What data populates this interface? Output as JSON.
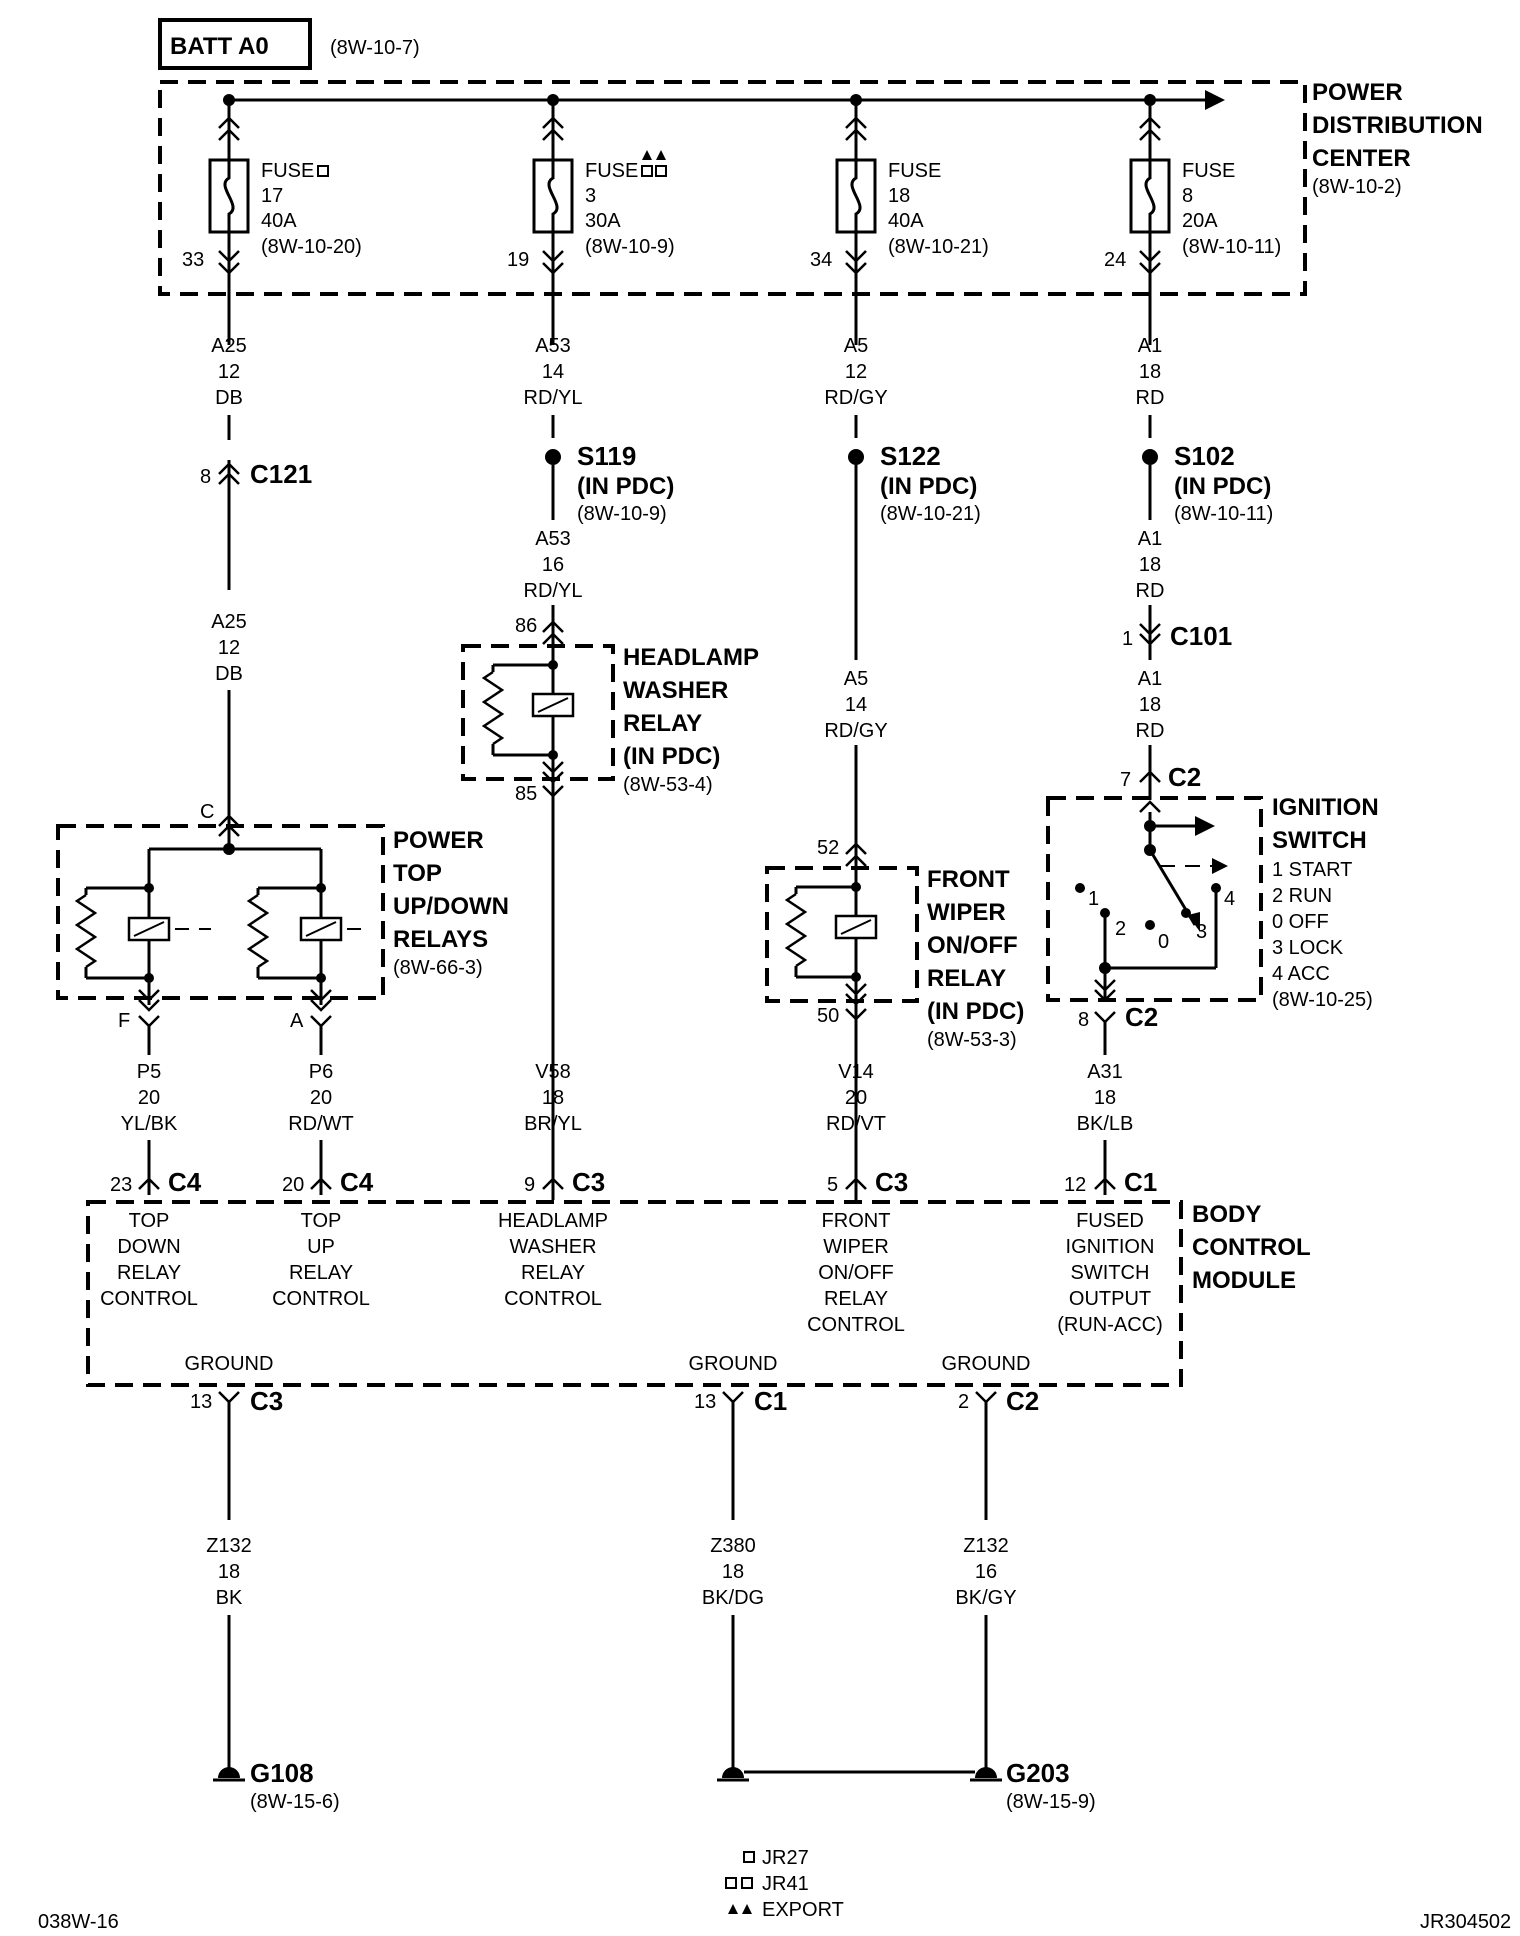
{
  "header": {
    "batt": "BATT A0",
    "batt_ref": "(8W-10-7)"
  },
  "pdc": {
    "l1": "POWER",
    "l2": "DISTRIBUTION",
    "l3": "CENTER",
    "ref": "(8W-10-2)"
  },
  "fuses": [
    {
      "cav": "33",
      "name": "FUSE",
      "num": "17",
      "amp": "40A",
      "ref": "(8W-10-20)",
      "w1": "A25",
      "w2": "12",
      "w3": "DB"
    },
    {
      "cav": "19",
      "name": "FUSE",
      "num": "3",
      "amp": "30A",
      "ref": "(8W-10-9)",
      "w1": "A53",
      "w2": "14",
      "w3": "RD/YL"
    },
    {
      "cav": "34",
      "name": "FUSE",
      "num": "18",
      "amp": "40A",
      "ref": "(8W-10-21)",
      "w1": "A5",
      "w2": "12",
      "w3": "RD/GY"
    },
    {
      "cav": "24",
      "name": "FUSE",
      "num": "8",
      "amp": "20A",
      "ref": "(8W-10-11)",
      "w1": "A1",
      "w2": "18",
      "w3": "RD"
    }
  ],
  "splices": [
    {
      "name": "S119",
      "sub": "(IN PDC)",
      "ref": "(8W-10-9)"
    },
    {
      "name": "S122",
      "sub": "(IN PDC)",
      "ref": "(8W-10-21)"
    },
    {
      "name": "S102",
      "sub": "(IN PDC)",
      "ref": "(8W-10-11)"
    }
  ],
  "c121": {
    "pin": "8",
    "name": "C121",
    "w1": "A25",
    "w2": "12",
    "w3": "DB"
  },
  "c101": {
    "pin": "1",
    "name": "C101"
  },
  "wire_a53b": {
    "w1": "A53",
    "w2": "16",
    "w3": "RD/YL"
  },
  "wire_a5b": {
    "w1": "A5",
    "w2": "14",
    "w3": "RD/GY"
  },
  "wire_a1b": {
    "w1": "A1",
    "w2": "18",
    "w3": "RD"
  },
  "wire_a1c": {
    "w1": "A1",
    "w2": "18",
    "w3": "RD"
  },
  "hl_relay": {
    "l1": "HEADLAMP",
    "l2": "WASHER",
    "l3": "RELAY",
    "l4": "(IN PDC)",
    "ref": "(8W-53-4)",
    "pin_in": "86",
    "pin_out": "85"
  },
  "pt_relays": {
    "l1": "POWER",
    "l2": "TOP",
    "l3": "UP/DOWN",
    "l4": "RELAYS",
    "ref": "(8W-66-3)",
    "pin_c": "C",
    "pin_f": "F",
    "pin_a": "A"
  },
  "fw_relay": {
    "l1": "FRONT",
    "l2": "WIPER",
    "l3": "ON/OFF",
    "l4": "RELAY",
    "l5": "(IN PDC)",
    "ref": "(8W-53-3)",
    "pin_in": "52",
    "pin_out": "50"
  },
  "ign": {
    "l1": "IGNITION",
    "l2": "SWITCH",
    "p1": "1 START",
    "p2": "2 RUN",
    "p3": "0 OFF",
    "p4": "3 LOCK",
    "p5": "4 ACC",
    "ref": "(8W-10-25)",
    "pin_in": "7",
    "pin_out": "8",
    "conn": "C2",
    "n1": "1",
    "n2": "2",
    "n0": "0",
    "n3": "3",
    "n4": "4"
  },
  "lower_wires": [
    {
      "w1": "P5",
      "w2": "20",
      "w3": "YL/BK",
      "pin": "23",
      "conn": "C4"
    },
    {
      "w1": "P6",
      "w2": "20",
      "w3": "RD/WT",
      "pin": "20",
      "conn": "C4"
    },
    {
      "w1": "V58",
      "w2": "18",
      "w3": "BR/YL",
      "pin": "9",
      "conn": "C3"
    },
    {
      "w1": "V14",
      "w2": "20",
      "w3": "RD/VT",
      "pin": "5",
      "conn": "C3"
    },
    {
      "w1": "A31",
      "w2": "18",
      "w3": "BK/LB",
      "pin": "12",
      "conn": "C1"
    }
  ],
  "bcm": {
    "l1": "BODY",
    "l2": "CONTROL",
    "l3": "MODULE"
  },
  "bcm_inputs": [
    [
      "TOP",
      "DOWN",
      "RELAY",
      "CONTROL"
    ],
    [
      "TOP",
      "UP",
      "RELAY",
      "CONTROL"
    ],
    [
      "HEADLAMP",
      "WASHER",
      "RELAY",
      "CONTROL"
    ],
    [
      "FRONT",
      "WIPER",
      "ON/OFF",
      "RELAY",
      "CONTROL"
    ],
    [
      "FUSED",
      "IGNITION",
      "SWITCH",
      "OUTPUT",
      "(RUN-ACC)"
    ]
  ],
  "grounds": [
    {
      "label": "GROUND",
      "pin": "13",
      "conn": "C3",
      "w1": "Z132",
      "w2": "18",
      "w3": "BK"
    },
    {
      "label": "GROUND",
      "pin": "13",
      "conn": "C1",
      "w1": "Z380",
      "w2": "18",
      "w3": "BK/DG"
    },
    {
      "label": "GROUND",
      "pin": "2",
      "conn": "C2",
      "w1": "Z132",
      "w2": "16",
      "w3": "BK/GY"
    }
  ],
  "g108": {
    "name": "G108",
    "ref": "(8W-15-6)"
  },
  "g203": {
    "name": "G203",
    "ref": "(8W-15-9)"
  },
  "legend": {
    "l1": "JR27",
    "l2": "JR41",
    "l3": "EXPORT"
  },
  "footer": {
    "left": "038W-16",
    "right": "JR304502"
  }
}
